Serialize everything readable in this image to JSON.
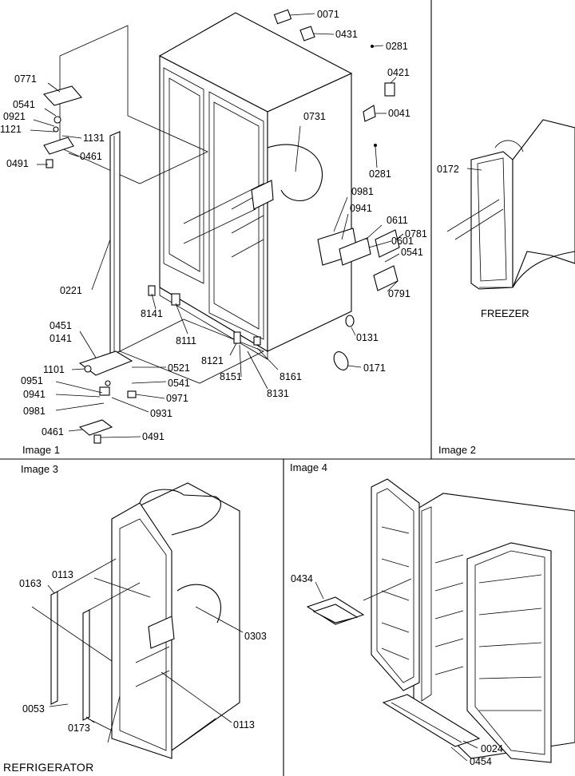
{
  "panels": [
    {
      "id": "image1",
      "caption": "Image 1"
    },
    {
      "id": "image2",
      "caption": "Image 2",
      "title": "FREEZER"
    },
    {
      "id": "image3",
      "caption": "Image 3",
      "title": "REFRIGERATOR"
    },
    {
      "id": "image4",
      "caption": "Image 4"
    }
  ],
  "parts": {
    "image1": [
      "0071",
      "0431",
      "0281",
      "0421",
      "0041",
      "0731",
      "0281",
      "0981",
      "0611",
      "0941",
      "0601",
      "0781",
      "0541",
      "0791",
      "0131",
      "0171",
      "8161",
      "8131",
      "8151",
      "8121",
      "8111",
      "8141",
      "0221",
      "0771",
      "0541",
      "0921",
      "1121",
      "1131",
      "0461",
      "0491",
      "0451",
      "0141",
      "1101",
      "0521",
      "0541",
      "0971",
      "0951",
      "0941",
      "0981",
      "0931",
      "0461",
      "0491"
    ],
    "image2": [
      "0172"
    ],
    "image3": [
      "0163",
      "0113",
      "0303",
      "0053",
      "0173",
      "0113"
    ],
    "image4": [
      "0434",
      "0024",
      "0454"
    ]
  }
}
